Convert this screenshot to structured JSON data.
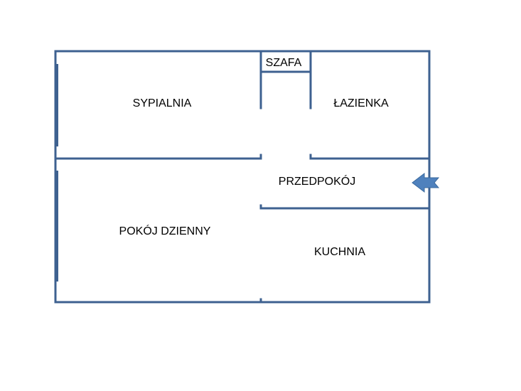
{
  "rooms": {
    "szafa": "SZAFA",
    "sypialnia": "SYPIALNIA",
    "lazienka": "ŁAZIENKA",
    "przedpokoj": "PRZEDPOKÓJ",
    "pokoj_dzienny": "POKÓJ DZIENNY",
    "kuchnia": "KUCHNIA"
  },
  "colors": {
    "wall": "#3e6190",
    "entrance_arrow": "#4f81bd",
    "background": "#ffffff"
  },
  "icons": {
    "entrance": "arrow-left-icon"
  }
}
